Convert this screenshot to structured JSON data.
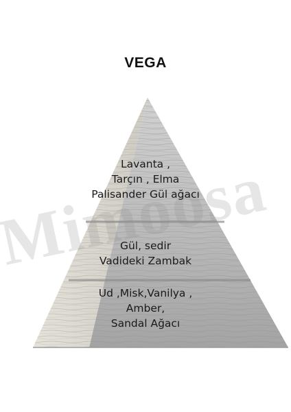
{
  "title": "VEGA",
  "tiers": {
    "top": [
      "Lavanta ,",
      "Tarçın , Elma",
      "Palisander Gül ağacı"
    ],
    "heart": [
      "Gül, sedir",
      "Vadideki Zambak"
    ],
    "base": [
      "Ud ,Misk,Vanilya ,",
      "Amber,",
      "Sandal Ağacı"
    ]
  },
  "watermark": "Mimoosa",
  "colors": {
    "top_face": "#c9c9c9",
    "mid_face": "#bdbdbd",
    "base_face": "#a9a9a9",
    "left_shadow": "#d9d7cf"
  }
}
